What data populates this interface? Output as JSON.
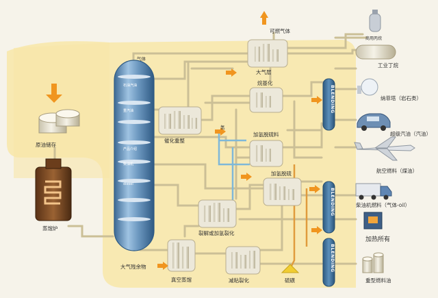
{
  "labels": {
    "fuel_gas": "可燃气体",
    "lpg": "商用丙烷",
    "industrial_butane": "工业丁烷",
    "naphtha_cracker": "纳菲塔（岩石类）",
    "premium_gasoline": "超级汽油（汽油）",
    "jet_fuel": "航空燃料（煤油）",
    "diesel": "柴油机燃料（气体-oil）",
    "heating_oil": "加热所有",
    "heavy_fuel": "重型燃料油",
    "atmos_top": "大气层",
    "alkylation": "烷基化",
    "reformer": "催化重整",
    "hydrodesulf_fuel": "加氢脱硫料",
    "hydrodesulf": "加氢脱硫",
    "hydrocracking": "裂解或加氢裂化",
    "vacuum_dist": "真空蒸馏",
    "visbreaking": "减粘裂化",
    "sulfur": "硫磺",
    "crude_storage": "原油储存",
    "furnace": "蒸馏炉",
    "atmos_residue": "大气残余物",
    "gas": "气体",
    "hydrogen": "氢",
    "col_gasoline": "石油汽油",
    "col_naphtha": "重汽油",
    "col_kerosene": "产品介绍",
    "col_diesel1": "柴油机",
    "col_diesel2": "diesel",
    "blending": "BLENDING"
  },
  "colors": {
    "background": "#f6f3ea",
    "yellow_band": "#f8e6a8",
    "pipe": "#cbbf96",
    "pipe_orange": "#e09b3d",
    "pipe_blue": "#7fb8d8",
    "arrow": "#f0951f",
    "blend_box": "#3f6f94",
    "column": "#4f7ca6",
    "unit_box": "#ece8da"
  }
}
